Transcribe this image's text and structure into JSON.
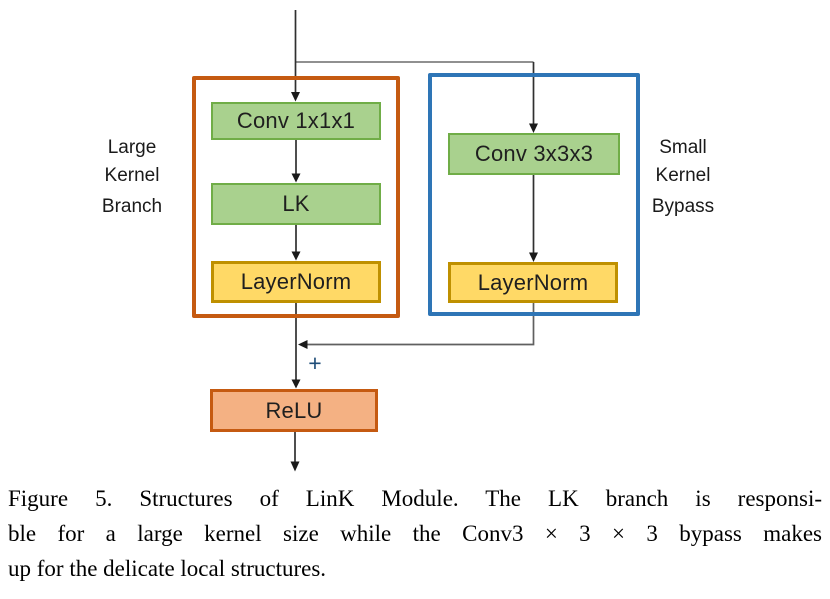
{
  "diagram": {
    "plus_label": "+",
    "groups": {
      "large_kernel": {
        "label_lines": [
          "Large",
          "Kernel",
          "Branch"
        ],
        "border_color": "#C55A11"
      },
      "small_kernel": {
        "label_lines": [
          "Small",
          "Kernel",
          "Bypass"
        ],
        "border_color": "#2E75B6"
      }
    },
    "nodes": {
      "conv1": {
        "label": "Conv 1x1x1",
        "fill": "#A9D18E",
        "border": "#70AD47"
      },
      "lk": {
        "label": "LK",
        "fill": "#A9D18E",
        "border": "#70AD47"
      },
      "layernorm_left": {
        "label": "LayerNorm",
        "fill": "#FFD966",
        "border": "#BF9000"
      },
      "conv3": {
        "label": "Conv 3x3x3",
        "fill": "#A9D18E",
        "border": "#70AD47"
      },
      "layernorm_right": {
        "label": "LayerNorm",
        "fill": "#FFD966",
        "border": "#BF9000"
      },
      "relu": {
        "label": "ReLU",
        "fill": "#F4B183",
        "border": "#C55A11"
      }
    },
    "line_colors": {
      "arrow": "#303030",
      "branch_split": "#808080",
      "arrowhead": "#1a1a1a"
    }
  },
  "caption": {
    "lines": [
      "Figure 5. Structures of LinK Module. The LK branch is responsi-",
      "ble for a large kernel size while the Conv3 × 3 × 3 bypass makes",
      "up for the delicate local structures."
    ]
  }
}
